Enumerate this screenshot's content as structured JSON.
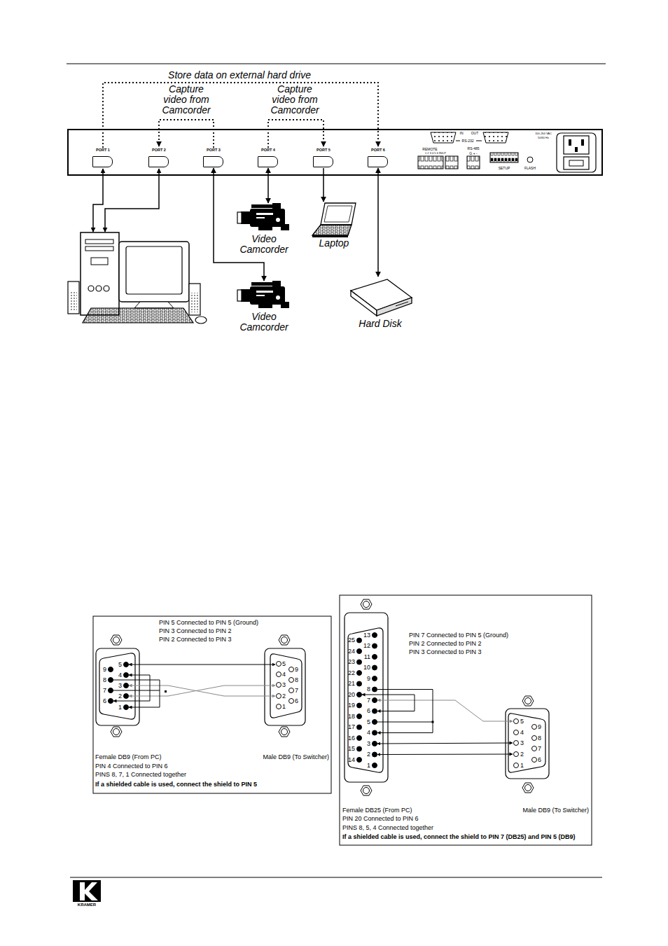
{
  "diagram": {
    "nodes": [
      {
        "text": [
          "PORT 1"
        ]
      },
      {
        "text": [
          "PORT 2"
        ]
      },
      {
        "text": [
          "PORT 3"
        ]
      },
      {
        "text": [
          "PORT 4"
        ]
      },
      {
        "text": [
          "PORT 5"
        ]
      },
      {
        "text": [
          "PORT 6"
        ]
      },
      {
        "text": [
          "Video Camcorder"
        ]
      },
      {
        "text": [
          "Laptop"
        ]
      },
      {
        "text": [
          "Video Camcorder"
        ]
      },
      {
        "text": [
          "Hard Disk"
        ]
      }
    ],
    "edges": [
      {
        "from": 0,
        "to": 5,
        "arrow": "to",
        "label": "Store data on external hard drive"
      },
      {
        "from": 2,
        "to": 1,
        "arrow": "to",
        "label": "Capture video from Camcorder"
      },
      {
        "from": 3,
        "to": 4,
        "arrow": "to",
        "label": "Capture video from Camcorder"
      },
      {
        "from": 3,
        "to": 6,
        "arrow": "both"
      },
      {
        "from": 4,
        "to": 7,
        "arrow": "to"
      },
      {
        "from": 2,
        "to": 8,
        "arrow": "both"
      },
      {
        "from": 5,
        "to": 9,
        "arrow": "both"
      }
    ],
    "labels": [
      "IN",
      "OUT",
      "RS-232",
      "REMOTE",
      "1 2 3 4 5 6 IN/LP",
      "RS-485",
      "G + -",
      "SETUP",
      "FLASH",
      "100-264 VAC",
      "50/60 Hz",
      "PIN 5 Connected to PIN 5 (Ground)",
      "PIN 3 Connected to PIN 2",
      "PIN 2 Connected to PIN 3",
      "5",
      "4",
      "3",
      "2",
      "1",
      "9",
      "8",
      "7",
      "6",
      "5",
      "4",
      "3",
      "2",
      "1",
      "9",
      "8",
      "7",
      "6",
      "Female DB9 (From PC)",
      "Male DB9 (To Switcher)",
      "PIN 4 Connected to PIN 6",
      "PINS 8, 7, 1 Connected together",
      "If a shielded cable is used, connect the shield to PIN 5",
      "PIN 7 Connected to PIN 5 (Ground)",
      "PIN 2 Connected to PIN 2",
      "PIN 3 Connected to PIN 3",
      "13",
      "12",
      "11",
      "10",
      "9",
      "8",
      "7",
      "6",
      "5",
      "4",
      "3",
      "2",
      "1",
      "25",
      "24",
      "23",
      "22",
      "21",
      "20",
      "19",
      "18",
      "17",
      "16",
      "15",
      "14",
      "5",
      "4",
      "3",
      "2",
      "1",
      "9",
      "8",
      "7",
      "6",
      "Female DB25 (From PC)",
      "Male DB9 (To Switcher)",
      "PIN 20 Connected to PIN 6",
      "PINS 8, 5, 4 Connected together",
      "If a shielded cable is used, connect the shield to PIN 7 (DB25) and PIN 5 (DB9)",
      "KRAMER"
    ]
  }
}
